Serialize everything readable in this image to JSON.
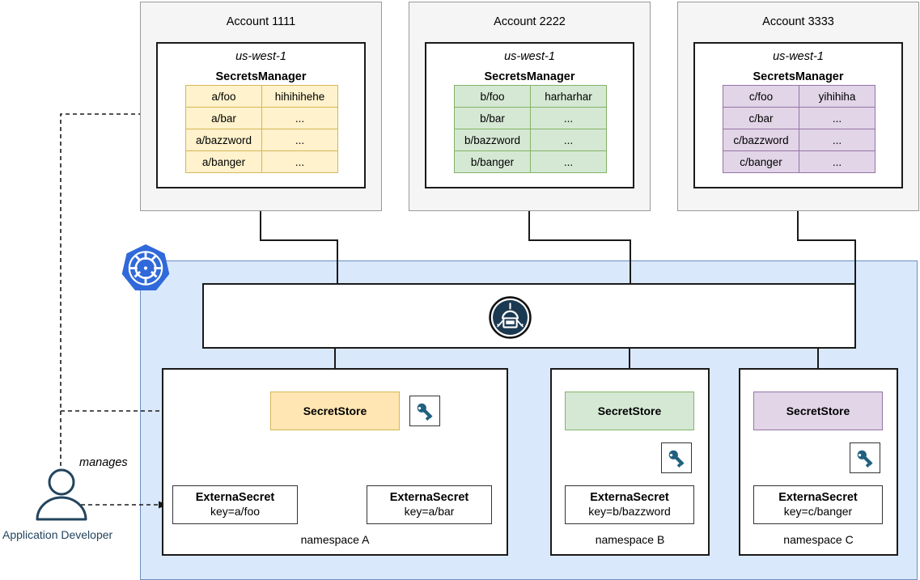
{
  "accounts": [
    {
      "title": "Account 1111",
      "region": "us-west-1",
      "service": "SecretsManager",
      "theme": "yellow",
      "rows": [
        {
          "key": "a/foo",
          "value": "hihihihehe"
        },
        {
          "key": "a/bar",
          "value": "..."
        },
        {
          "key": "a/bazzword",
          "value": "..."
        },
        {
          "key": "a/banger",
          "value": "..."
        }
      ]
    },
    {
      "title": "Account 2222",
      "region": "us-west-1",
      "service": "SecretsManager",
      "theme": "green",
      "rows": [
        {
          "key": "b/foo",
          "value": "harharhar"
        },
        {
          "key": "b/bar",
          "value": "..."
        },
        {
          "key": "b/bazzword",
          "value": "..."
        },
        {
          "key": "b/banger",
          "value": "..."
        }
      ]
    },
    {
      "title": "Account 3333",
      "region": "us-west-1",
      "service": "SecretsManager",
      "theme": "purple",
      "rows": [
        {
          "key": "c/foo",
          "value": "yihihiha"
        },
        {
          "key": "c/bar",
          "value": "..."
        },
        {
          "key": "c/bazzword",
          "value": "..."
        },
        {
          "key": "c/banger",
          "value": "..."
        }
      ]
    }
  ],
  "cluster": {
    "icon": "kubernetes-icon",
    "operator": {
      "icon": "external-secrets-operator-icon",
      "label": ""
    },
    "namespaces": [
      {
        "label": "namespace A",
        "store": {
          "label": "SecretStore",
          "theme": "yellow",
          "key_icon": "key-icon"
        },
        "external_secrets": [
          {
            "name": "ExternaSecret",
            "key": "key=a/foo"
          },
          {
            "name": "ExternaSecret",
            "key": "key=a/bar"
          }
        ]
      },
      {
        "label": "namespace B",
        "store": {
          "label": "SecretStore",
          "theme": "green",
          "key_icon": "key-icon"
        },
        "external_secrets": [
          {
            "name": "ExternaSecret",
            "key": "key=b/bazzword"
          }
        ]
      },
      {
        "label": "namespace C",
        "store": {
          "label": "SecretStore",
          "theme": "purple",
          "key_icon": "key-icon"
        },
        "external_secrets": [
          {
            "name": "ExternaSecret",
            "key": "key=c/banger"
          }
        ]
      }
    ]
  },
  "actor": {
    "icon": "person-icon",
    "label": "Application Developer",
    "relation_label": "manages"
  },
  "colors": {
    "yellow_fill": "#fff2cc",
    "yellow_stroke": "#d6b656",
    "green_fill": "#d5e8d4",
    "green_stroke": "#82b366",
    "purple_fill": "#e1d5e7",
    "purple_stroke": "#9673a6",
    "cluster_fill": "#dae8fc",
    "cluster_stroke": "#6c8ebf",
    "account_fill": "#f5f5f5",
    "key_color": "#1f6080",
    "k8s_blue": "#3069da",
    "eso_navy": "#1b3a52",
    "actor_color": "#23445d"
  }
}
